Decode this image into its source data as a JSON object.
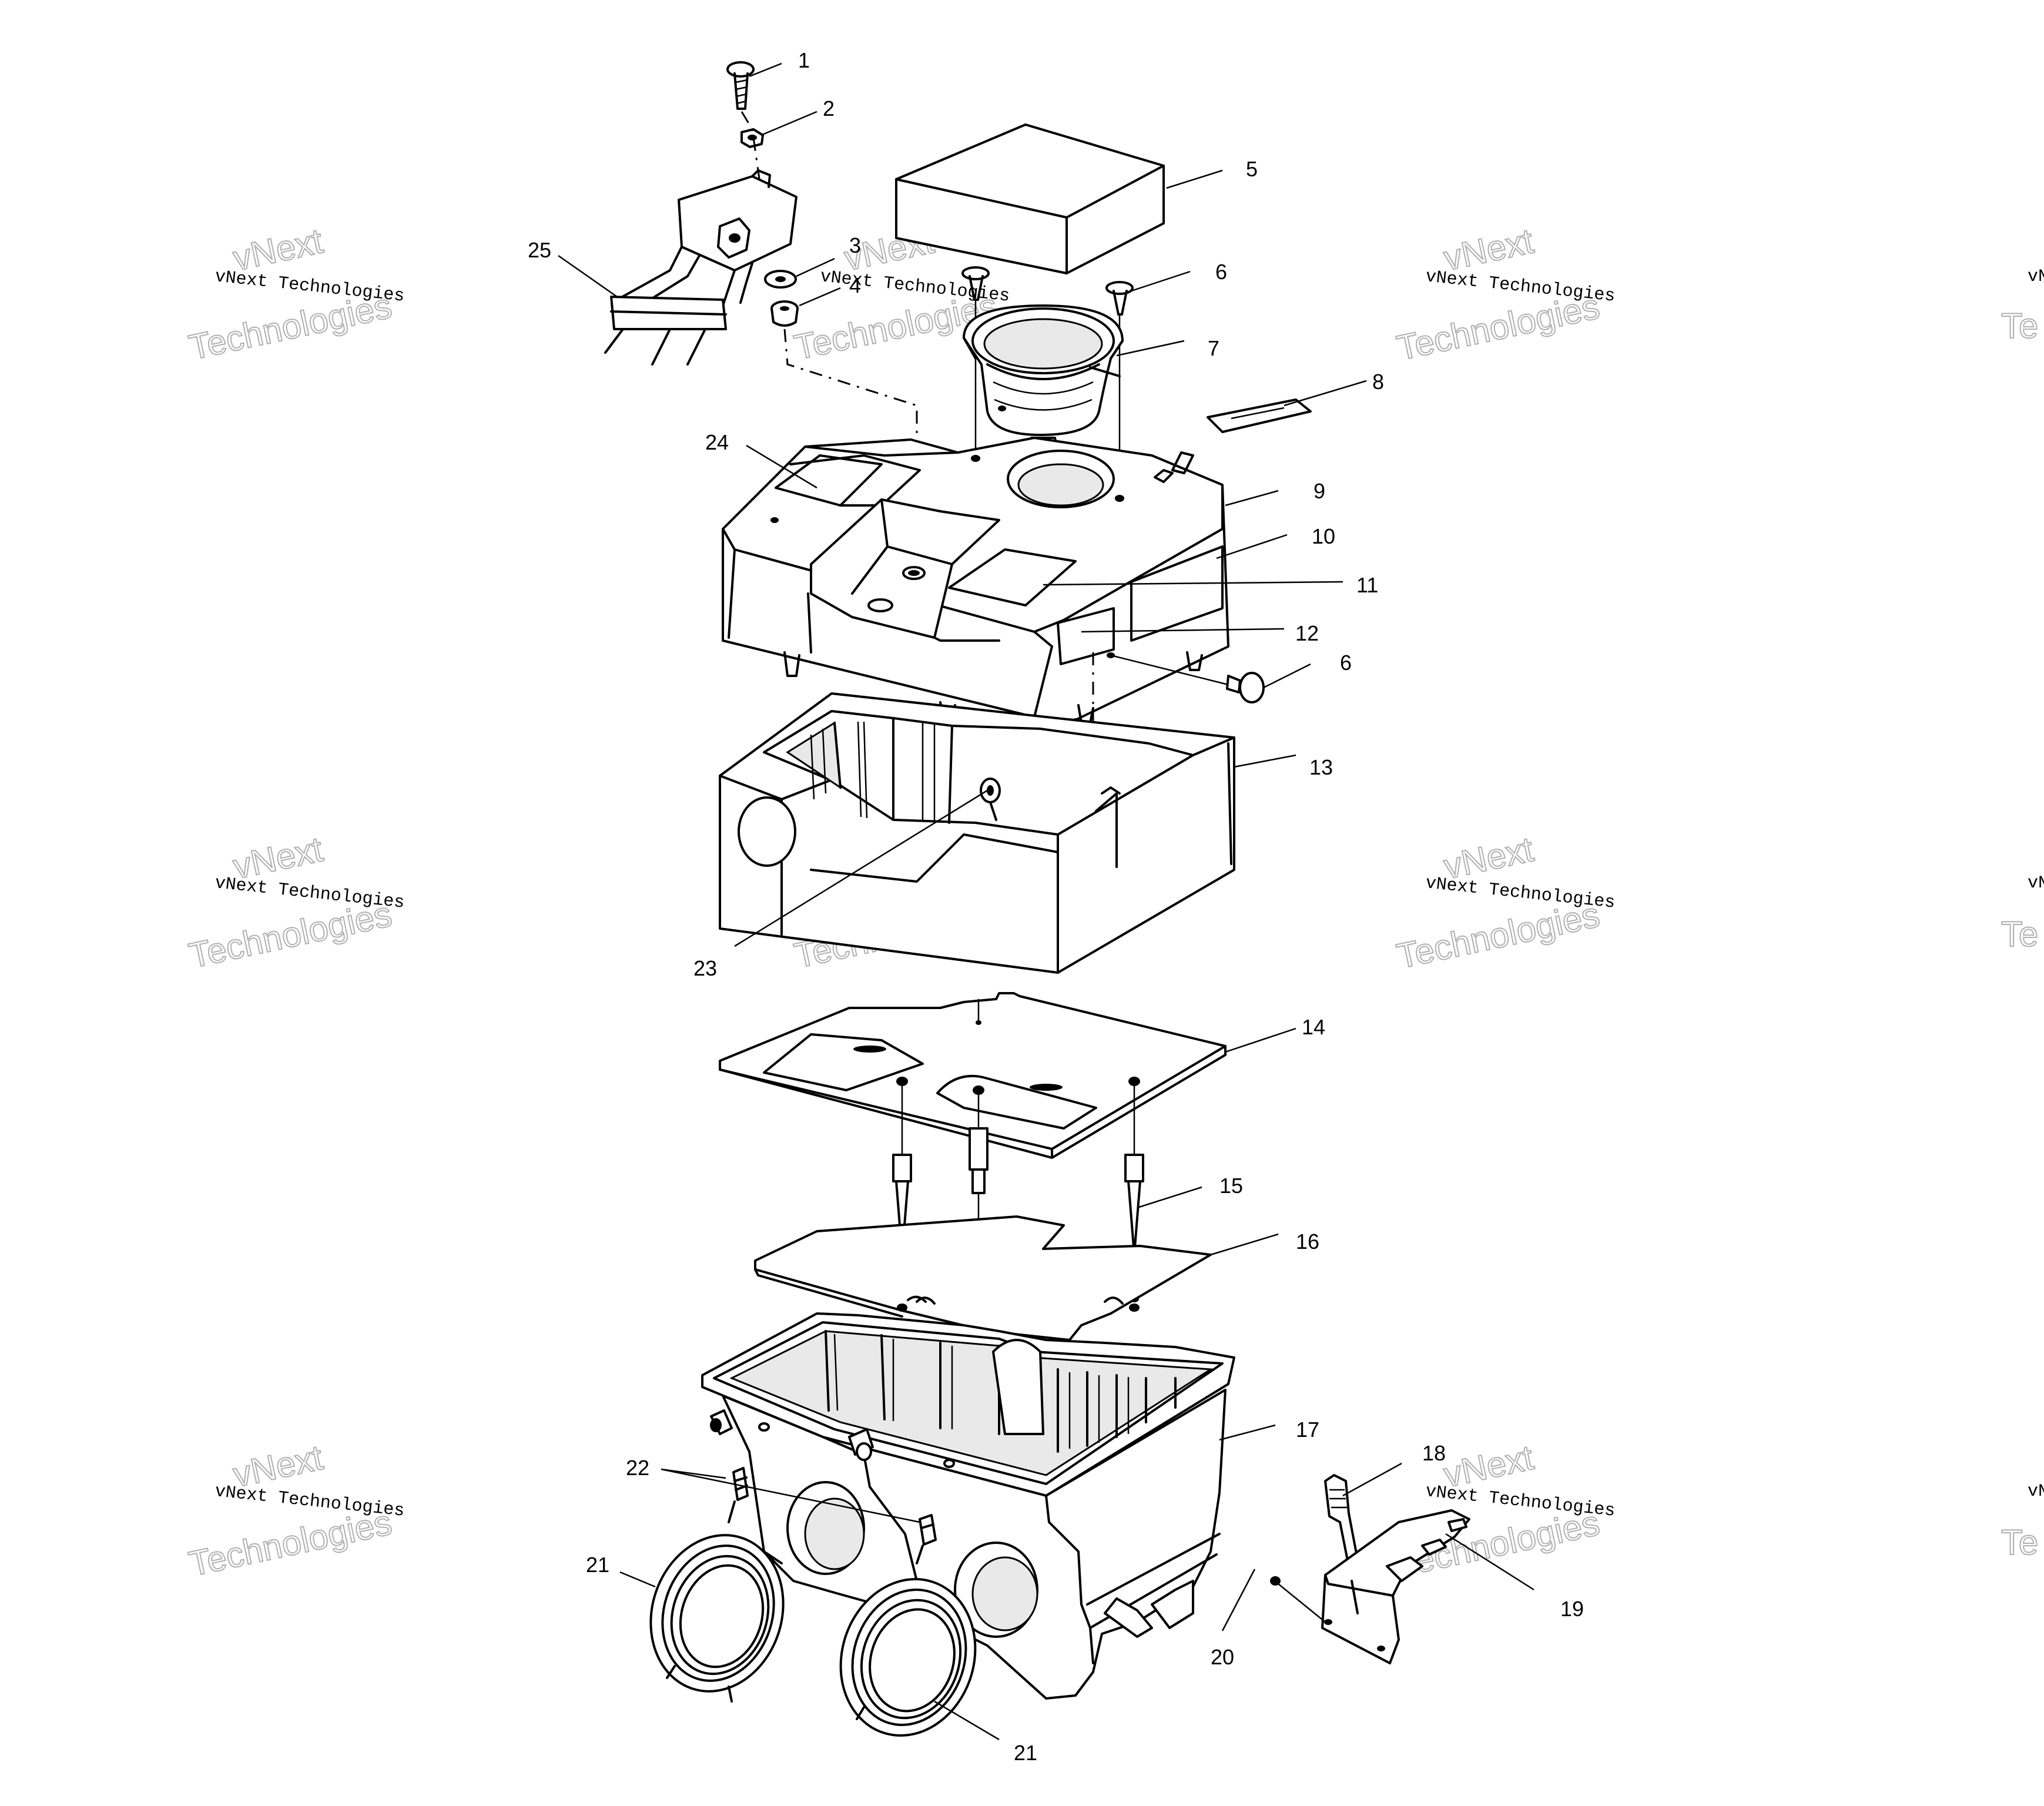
{
  "callouts": {
    "c1": "1",
    "c2": "2",
    "c3": "3",
    "c4": "4",
    "c5": "5",
    "c6a": "6",
    "c6b": "6",
    "c7": "7",
    "c8": "8",
    "c9": "9",
    "c10": "10",
    "c11": "11",
    "c12": "12",
    "c13": "13",
    "c14": "14",
    "c15": "15",
    "c16": "16",
    "c17": "17",
    "c18": "18",
    "c19": "19",
    "c20": "20",
    "c21a": "21",
    "c21b": "21",
    "c22": "22",
    "c23": "23",
    "c24": "24",
    "c25": "25"
  },
  "watermark": {
    "line1": "vNext",
    "line2": "vNext Technologies",
    "line3": "Technologies"
  }
}
